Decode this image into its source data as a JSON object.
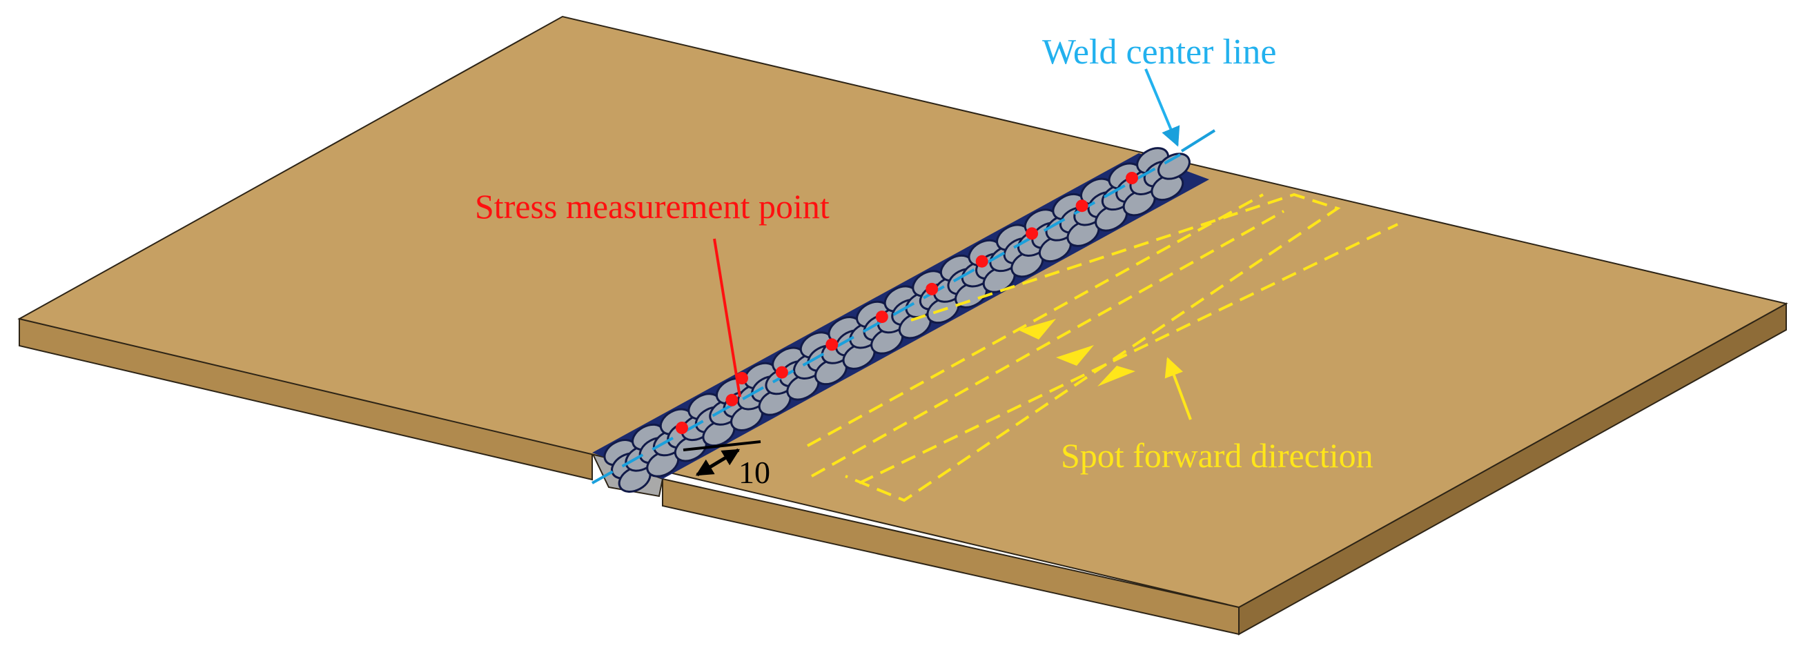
{
  "labels": {
    "weld_center_line": "Weld center line",
    "stress_measurement_point": "Stress measurement point",
    "spot_forward_direction": "Spot forward direction",
    "dimension": "10"
  },
  "colors": {
    "plate_top": "#c6a063",
    "plate_front": "#b08a4e",
    "plate_side": "#8e6c38",
    "outline": "#2d2416",
    "weld_spot_fill": "#9fa6b1",
    "weld_spot_stroke": "#111a48",
    "weld_band": "#1b2a6e",
    "groove": "#a9a9a9",
    "center_line": "#1aa0dc",
    "measure_point": "#ff1414",
    "path": "#ffe61a",
    "label_blue": "#22b1ee",
    "label_red": "#ff1010",
    "label_yellow": "#ffe61a",
    "dimension": "#000000"
  },
  "measurement_points_count": 10,
  "weld_spots_count": 40
}
